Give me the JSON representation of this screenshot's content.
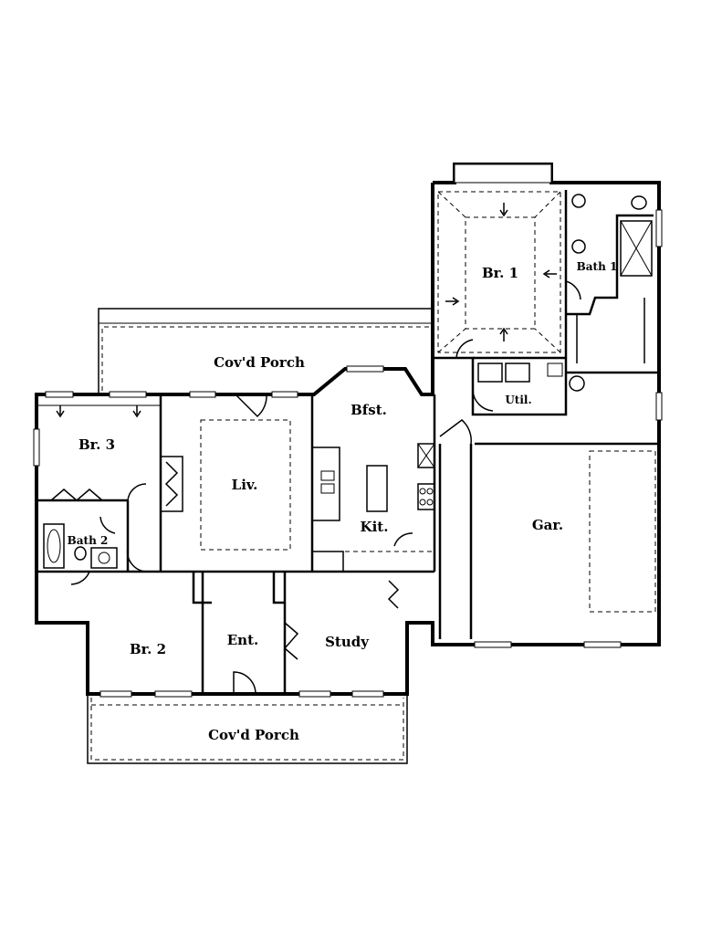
{
  "rooms": {
    "porch_rear": "Cov'd Porch",
    "br1": "Br. 1",
    "bath1": "Bath 1",
    "br3": "Br. 3",
    "bath2": "Bath 2",
    "liv": "Liv.",
    "bfst": "Bfst.",
    "kit": "Kit.",
    "util": "Util.",
    "gar": "Gar.",
    "br2": "Br. 2",
    "ent": "Ent.",
    "study": "Study",
    "porch_front": "Cov'd Porch"
  }
}
